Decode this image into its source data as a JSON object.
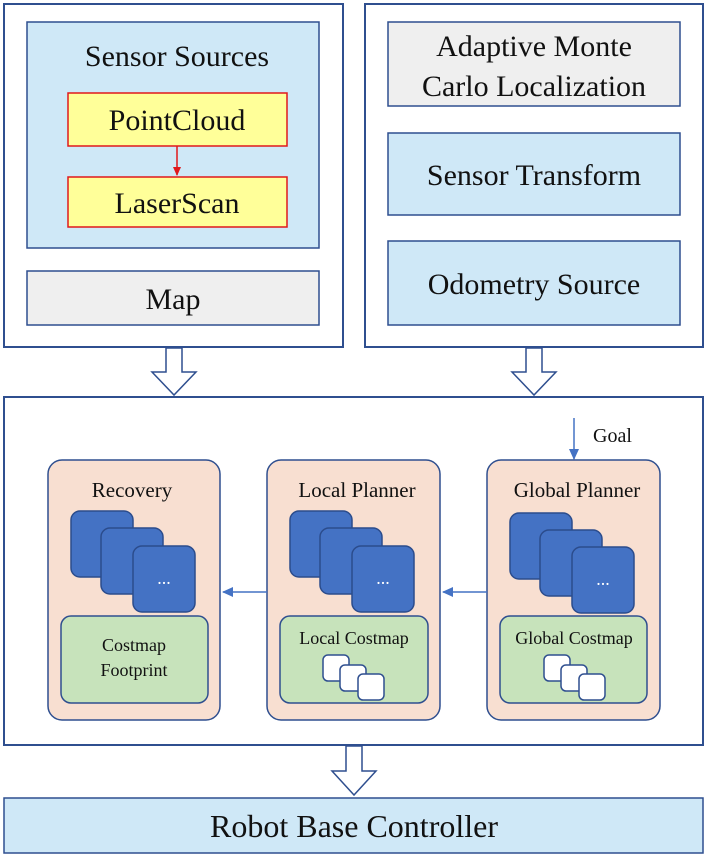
{
  "colors": {
    "frame_stroke": "#2f4f8f",
    "light_blue": "#cfe8f7",
    "light_gray": "#efefef",
    "yellow": "#ffff99",
    "red": "#e0181b",
    "peach": "#f8dfd1",
    "green": "#c7e3bb",
    "tile_blue": "#4472c4",
    "tile_stroke": "#2b4c8c",
    "arrow_blue": "#4472c4"
  },
  "top_left": {
    "sensor_sources_title": "Sensor Sources",
    "pointcloud": "PointCloud",
    "laserscan": "LaserScan",
    "map": "Map"
  },
  "top_right": {
    "amcl_line1": "Adaptive Monte",
    "amcl_line2": "Carlo Localization",
    "sensor_transform": "Sensor Transform",
    "odometry_source": "Odometry Source"
  },
  "middle": {
    "goal": "Goal",
    "recovery": {
      "title": "Recovery",
      "tile_ellipsis": "...",
      "costmap_line1": "Costmap",
      "costmap_line2": "Footprint"
    },
    "local_planner": {
      "title": "Local Planner",
      "tile_ellipsis": "...",
      "costmap": "Local Costmap"
    },
    "global_planner": {
      "title": "Global Planner",
      "tile_ellipsis": "...",
      "costmap": "Global Costmap"
    }
  },
  "bottom": {
    "robot_base_controller": "Robot Base Controller"
  }
}
